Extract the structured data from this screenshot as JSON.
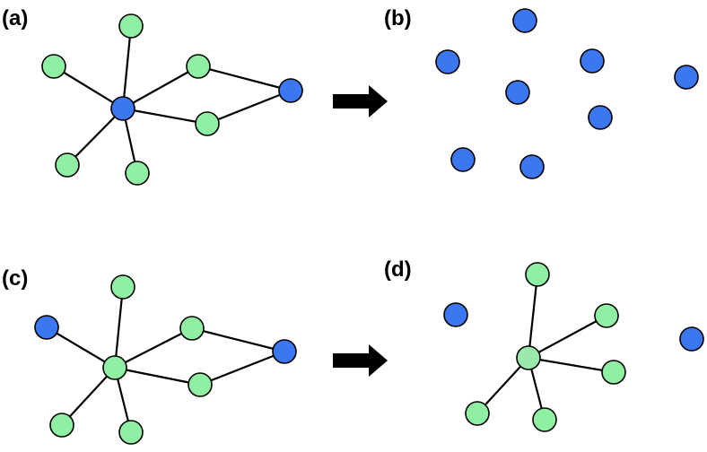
{
  "colors": {
    "green": "#8ff0a4",
    "blue": "#3b77f0",
    "highlight_green": "#9be8ad",
    "highlight_stroke": "#7fd6d2"
  },
  "panels": {
    "a": {
      "label": "(a)"
    },
    "b": {
      "label": "(b)"
    },
    "c": {
      "label": "(c)"
    },
    "d": {
      "label": "(d)"
    }
  },
  "arrows": [
    "right-arrow",
    "right-arrow"
  ]
}
